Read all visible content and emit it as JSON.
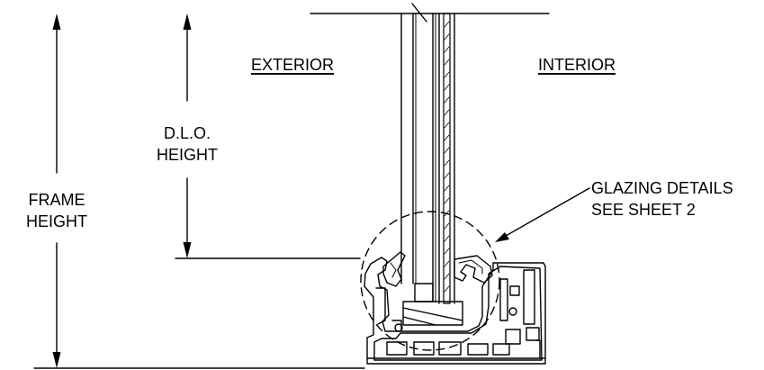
{
  "labels": {
    "exterior": "EXTERIOR",
    "interior": "INTERIOR",
    "dlo_height_line1": "D.L.O.",
    "dlo_height_line2": "HEIGHT",
    "frame_height_line1": "FRAME",
    "frame_height_line2": "HEIGHT",
    "glazing_details_line1": "GLAZING DETAILS",
    "glazing_details_line2": "SEE SHEET 2"
  },
  "colors": {
    "line": "#000000",
    "background": "#ffffff"
  }
}
